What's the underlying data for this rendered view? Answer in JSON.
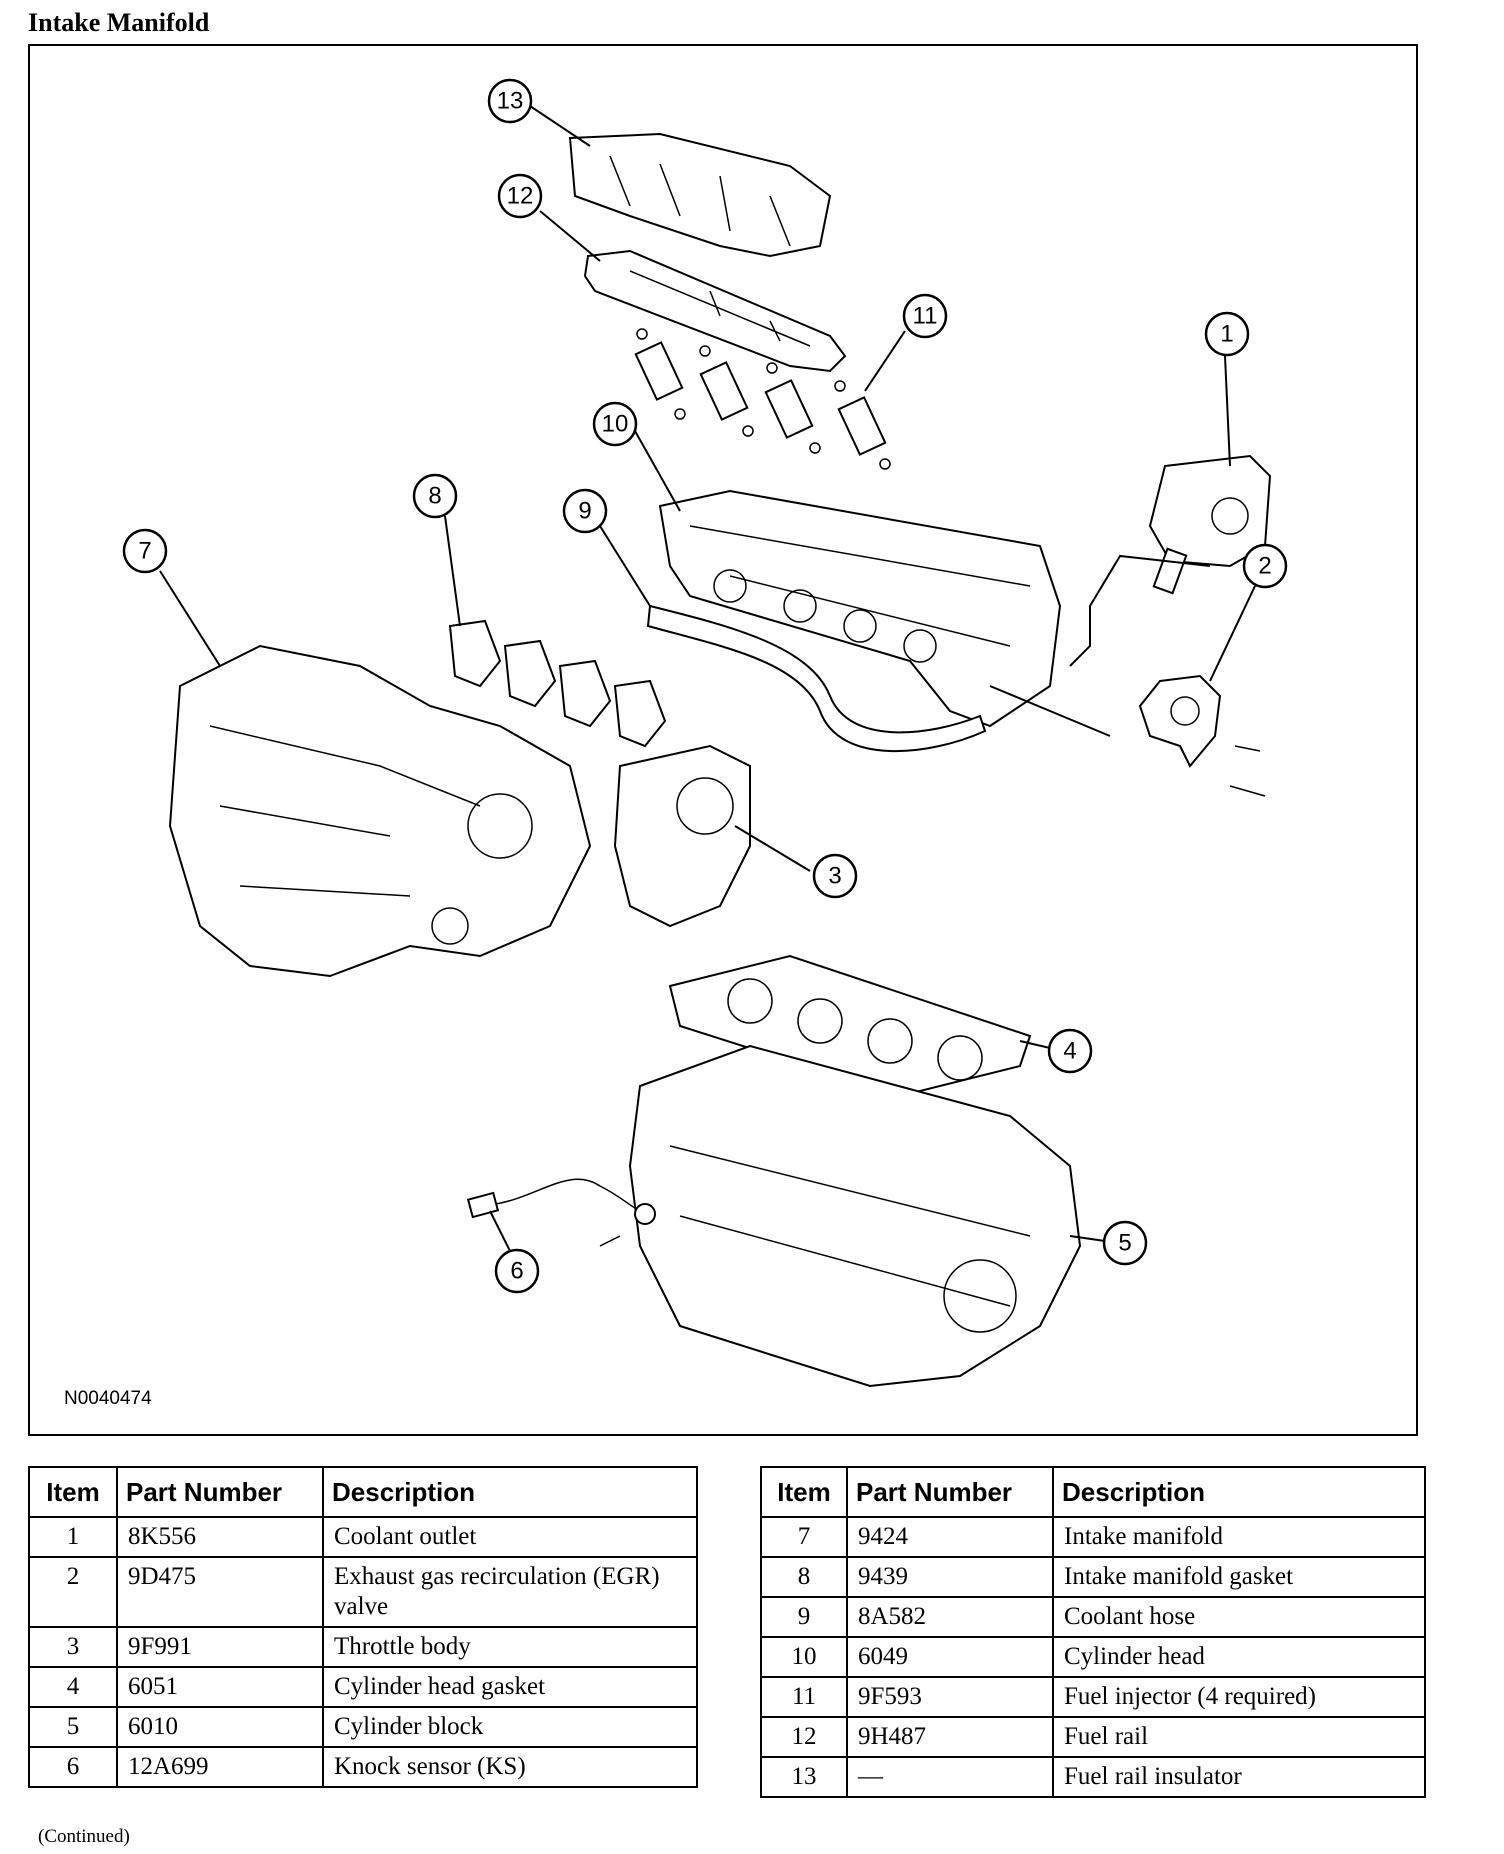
{
  "page": {
    "title": "Intake Manifold",
    "continued": "(Continued)"
  },
  "figure": {
    "figure_id": "N0040474",
    "callouts": [
      "1",
      "2",
      "3",
      "4",
      "5",
      "6",
      "7",
      "8",
      "9",
      "10",
      "11",
      "12",
      "13"
    ]
  },
  "table_headers": {
    "item": "Item",
    "part_number": "Part Number",
    "description": "Description"
  },
  "left_table": [
    {
      "item": "1",
      "part_number": "8K556",
      "description": "Coolant outlet"
    },
    {
      "item": "2",
      "part_number": "9D475",
      "description": "Exhaust gas recirculation (EGR) valve"
    },
    {
      "item": "3",
      "part_number": "9F991",
      "description": "Throttle body"
    },
    {
      "item": "4",
      "part_number": "6051",
      "description": "Cylinder head gasket"
    },
    {
      "item": "5",
      "part_number": "6010",
      "description": "Cylinder block"
    },
    {
      "item": "6",
      "part_number": "12A699",
      "description": "Knock sensor (KS)"
    }
  ],
  "right_table": [
    {
      "item": "7",
      "part_number": "9424",
      "description": "Intake manifold"
    },
    {
      "item": "8",
      "part_number": "9439",
      "description": "Intake manifold gasket"
    },
    {
      "item": "9",
      "part_number": "8A582",
      "description": "Coolant hose"
    },
    {
      "item": "10",
      "part_number": "6049",
      "description": "Cylinder head"
    },
    {
      "item": "11",
      "part_number": "9F593",
      "description": "Fuel injector (4 required)"
    },
    {
      "item": "12",
      "part_number": "9H487",
      "description": "Fuel rail"
    },
    {
      "item": "13",
      "part_number": "—",
      "description": "Fuel rail insulator"
    }
  ]
}
